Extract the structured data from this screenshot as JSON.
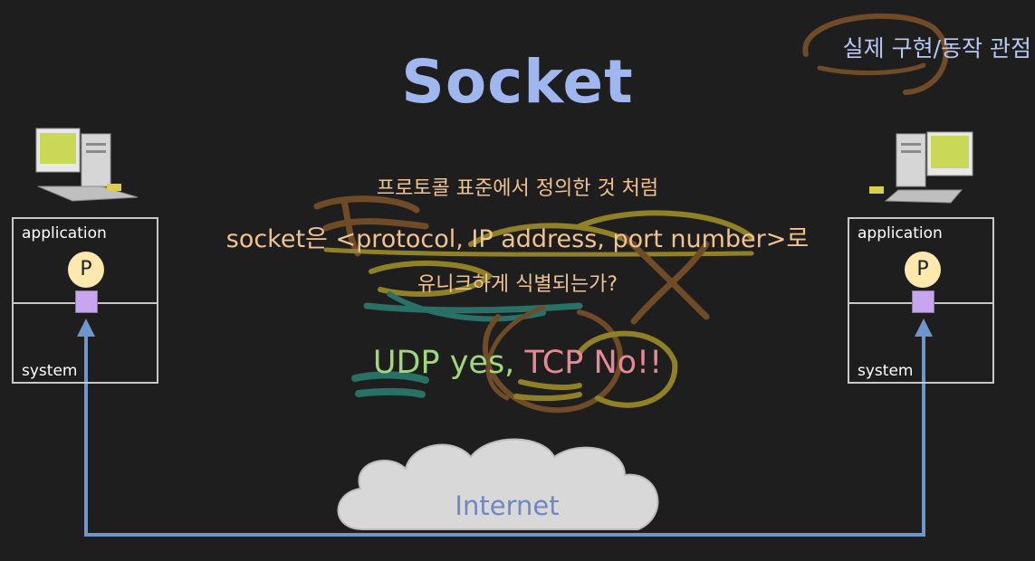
{
  "title": "Socket",
  "corner_note": "실제 구현/동작 관점",
  "question": {
    "line1": "프로토콜 표준에서 정의한 것 처럼",
    "line2": "socket은 <protocol, IP address, port number>로",
    "line3": "유니크하게 식별되는가?"
  },
  "answer": {
    "udp": "UDP",
    "udp_verdict": " yes, ",
    "tcp": "TCP",
    "tcp_verdict": " No!!"
  },
  "left_node": {
    "top_layer": "application",
    "bottom_layer": "system",
    "port_label": "P"
  },
  "right_node": {
    "top_layer": "application",
    "bottom_layer": "system",
    "port_label": "P"
  },
  "network_label": "Internet",
  "colors": {
    "background": "#1e1e1e",
    "title": "#9fb6ef",
    "question_text": "#f2c38e",
    "udp": "#9fd77b",
    "tcp": "#e98894",
    "link_arrow": "#6f97c9",
    "socket": "#c7a6ef",
    "port": "#fde8ad",
    "annotation_brown": "#8a5a2b",
    "annotation_yellow": "#b8a329",
    "annotation_teal": "#2d8c7e"
  }
}
